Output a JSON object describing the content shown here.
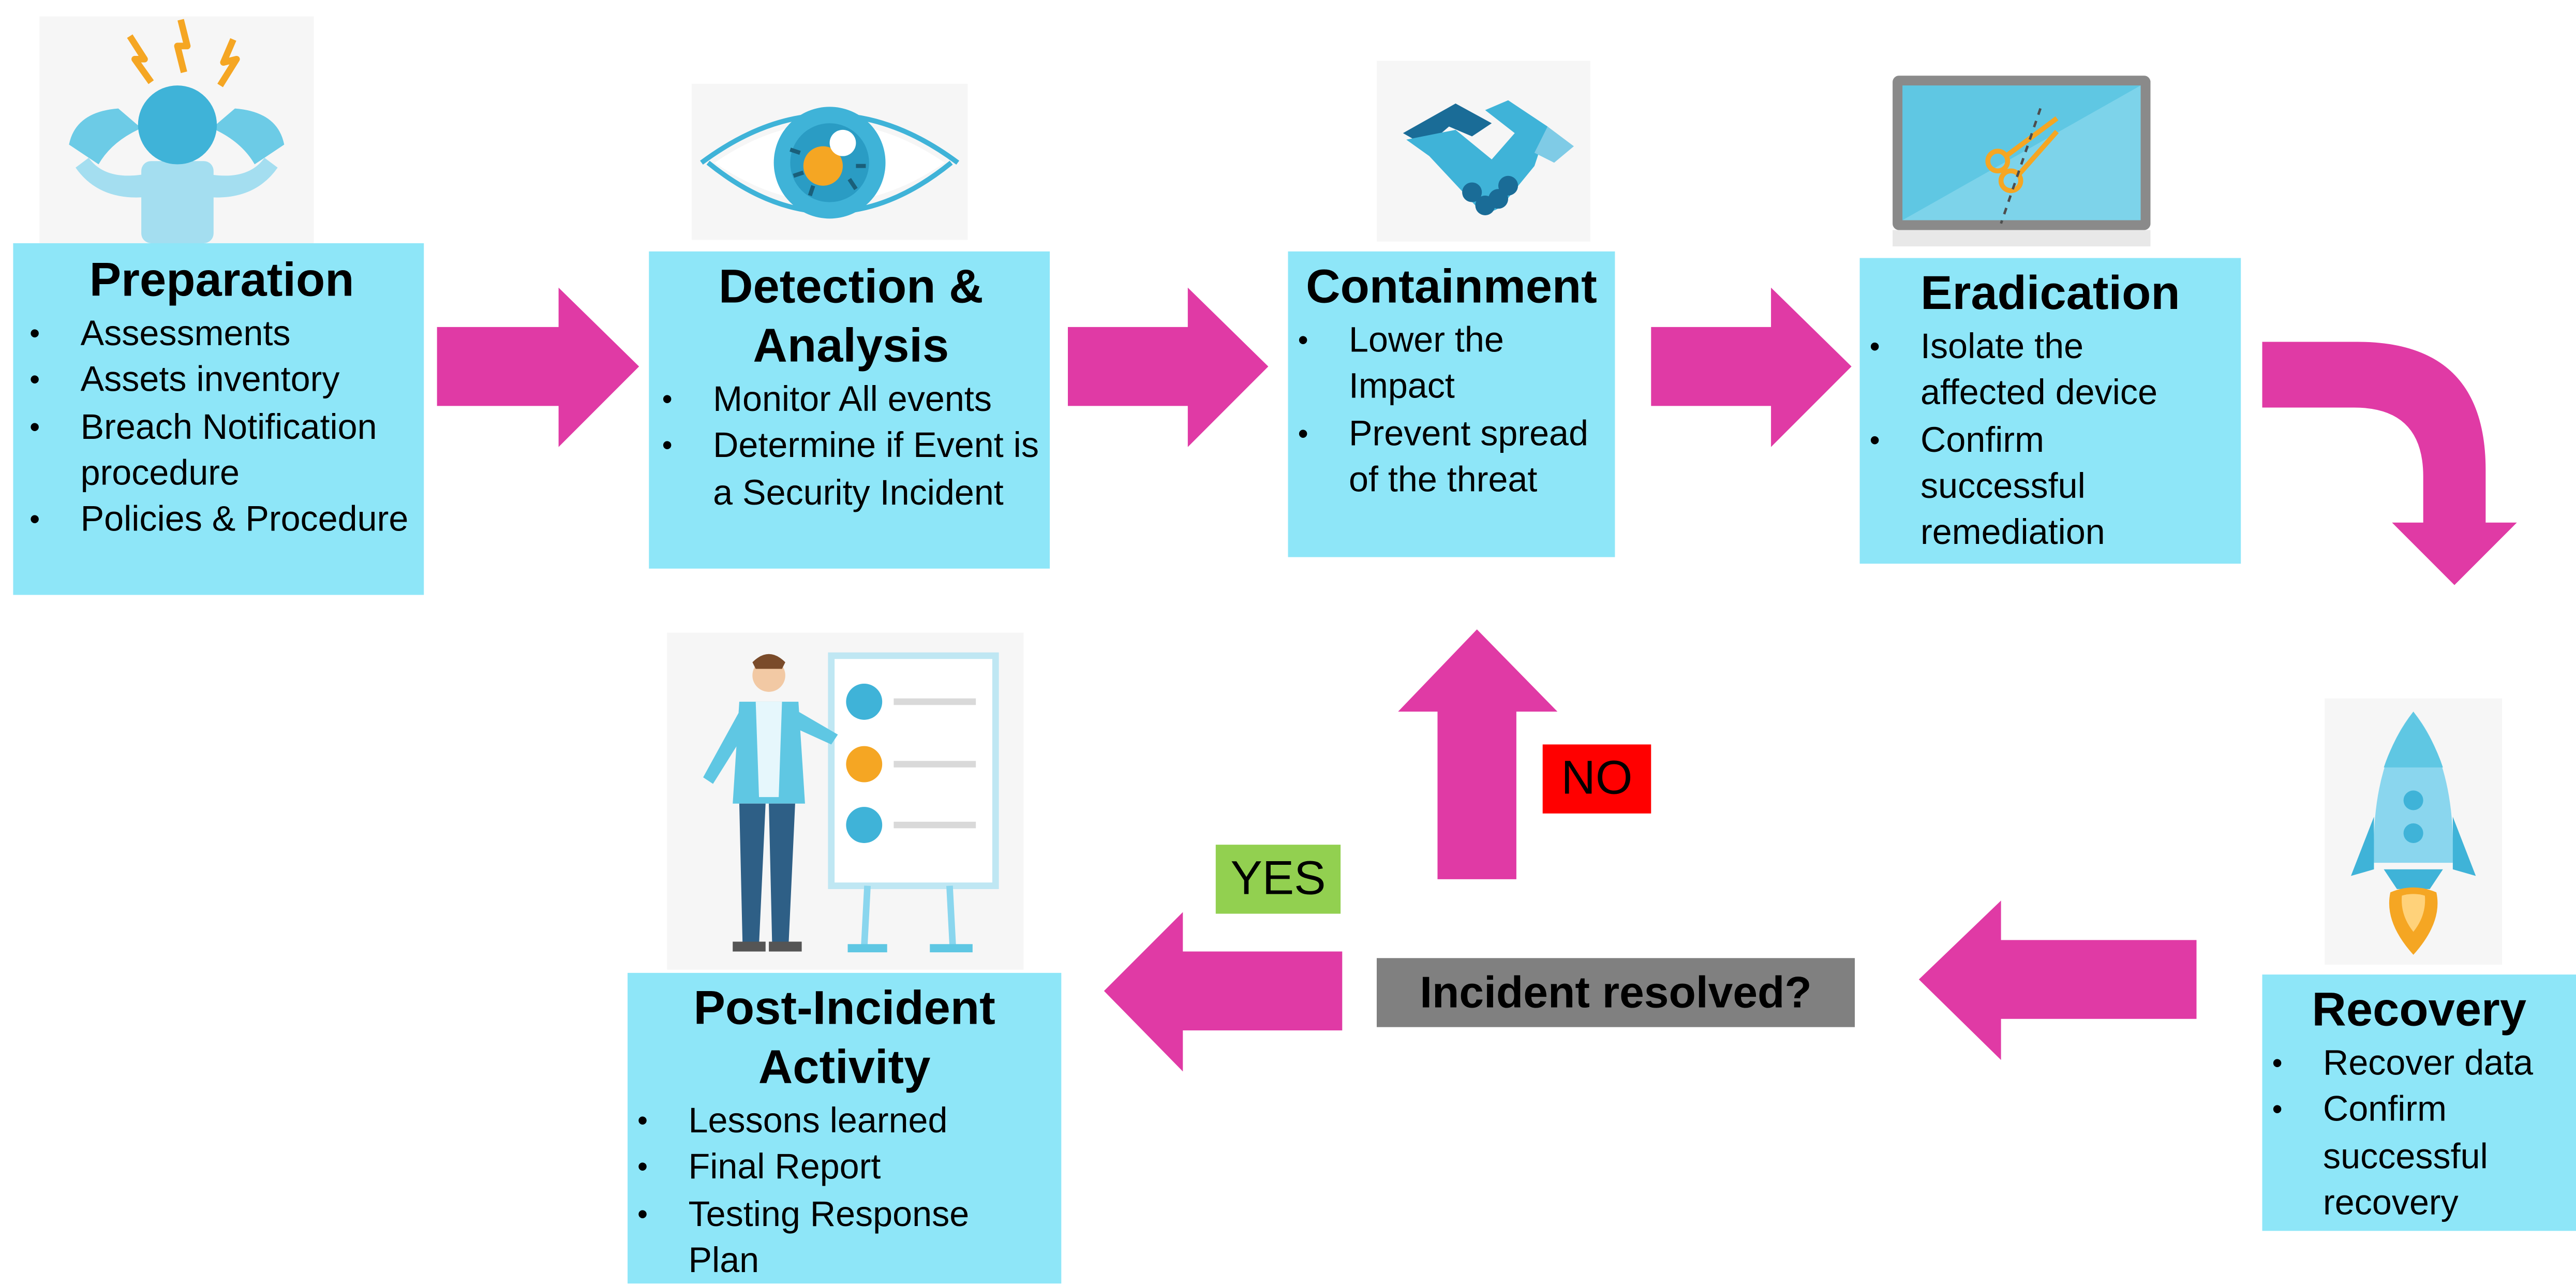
{
  "colors": {
    "box": "#8ee6f8",
    "arrow": "#e03aa5",
    "yes": "#92d050",
    "no": "#ff0000",
    "question": "#808080"
  },
  "steps": {
    "preparation": {
      "title": "Preparation",
      "items": [
        "Assessments",
        "Assets inventory",
        "Breach Notification procedure",
        "Policies & Procedure"
      ],
      "icon": "stressed-person-icon"
    },
    "detection": {
      "title": "Detection & Analysis",
      "items": [
        "Monitor All events",
        "Determine if Event is a Security Incident"
      ],
      "icon": "eye-icon"
    },
    "containment": {
      "title": "Containment",
      "items": [
        "Lower the Impact",
        "Prevent spread of the threat"
      ],
      "icon": "handshake-icon"
    },
    "eradication": {
      "title": "Eradication",
      "items": [
        "Isolate the affected device",
        "Confirm successful remediation"
      ],
      "icon": "laptop-scissors-icon"
    },
    "recovery": {
      "title": "Recovery",
      "items": [
        "Recover data",
        "Confirm successful recovery"
      ],
      "icon": "rocket-icon"
    },
    "post_incident": {
      "title": "Post-Incident Activity",
      "items": [
        "Lessons learned",
        "Final Report",
        "Testing Response Plan"
      ],
      "icon": "presentation-board-icon"
    }
  },
  "decision": {
    "question": "Incident resolved?",
    "yes": "YES",
    "no": "NO"
  }
}
